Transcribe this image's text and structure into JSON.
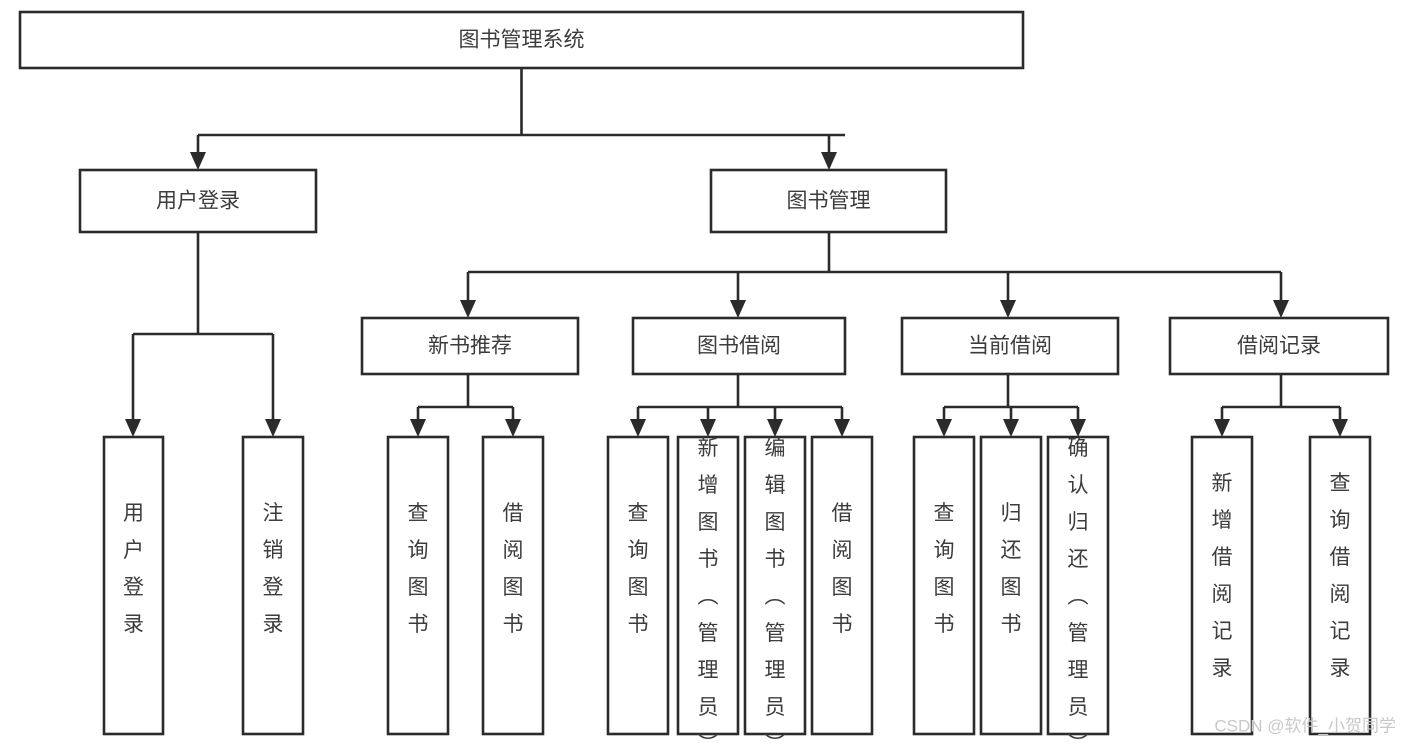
{
  "diagram": {
    "type": "hierarchy-tree",
    "title": "图书管理系统",
    "orientation": "top-down",
    "levels": 4,
    "watermark": "CSDN @软件_小贺同学",
    "colors": {
      "box_fill": "#ffffff",
      "box_stroke": "#2b2b2b",
      "text": "#3c3c3c",
      "watermark": "#c9c9c9",
      "background": "#ffffff"
    },
    "nodes": {
      "root": {
        "label": "图书管理系统",
        "orient": "horizontal"
      },
      "level1": [
        {
          "id": "user-login",
          "label": "用户登录",
          "orient": "horizontal"
        },
        {
          "id": "book-manage",
          "label": "图书管理",
          "orient": "horizontal"
        }
      ],
      "level2": [
        {
          "id": "new-book-recommend",
          "label": "新书推荐",
          "orient": "horizontal"
        },
        {
          "id": "book-borrow",
          "label": "图书借阅",
          "orient": "horizontal"
        },
        {
          "id": "current-borrow",
          "label": "当前借阅",
          "orient": "horizontal"
        },
        {
          "id": "borrow-record",
          "label": "借阅记录",
          "orient": "horizontal"
        }
      ],
      "leaves": {
        "user-login": [
          {
            "id": "leaf-user-login",
            "label": "用户登录",
            "orient": "vertical"
          },
          {
            "id": "leaf-logout",
            "label": "注销登录",
            "orient": "vertical"
          }
        ],
        "new-book-recommend": [
          {
            "id": "leaf-query-book-1",
            "label": "查询图书",
            "orient": "vertical"
          },
          {
            "id": "leaf-borrow-book-1",
            "label": "借阅图书",
            "orient": "vertical"
          }
        ],
        "book-borrow": [
          {
            "id": "leaf-query-book-2",
            "label": "查询图书",
            "orient": "vertical"
          },
          {
            "id": "leaf-add-book",
            "label": "新增图书（管理员）",
            "orient": "vertical"
          },
          {
            "id": "leaf-edit-book",
            "label": "编辑图书（管理员）",
            "orient": "vertical"
          },
          {
            "id": "leaf-borrow-book-2",
            "label": "借阅图书",
            "orient": "vertical"
          }
        ],
        "current-borrow": [
          {
            "id": "leaf-query-book-3",
            "label": "查询图书",
            "orient": "vertical"
          },
          {
            "id": "leaf-return-book",
            "label": "归还图书",
            "orient": "vertical"
          },
          {
            "id": "leaf-confirm-return",
            "label": "确认归还（管理员）",
            "orient": "vertical"
          }
        ],
        "borrow-record": [
          {
            "id": "leaf-add-record",
            "label": "新增借阅记录",
            "orient": "vertical"
          },
          {
            "id": "leaf-query-record",
            "label": "查询借阅记录",
            "orient": "vertical"
          }
        ]
      }
    }
  }
}
